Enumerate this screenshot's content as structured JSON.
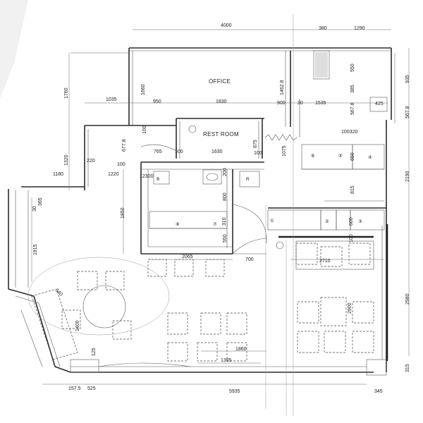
{
  "rooms": {
    "office": "OFFICE",
    "rest_room": "REST ROOM"
  },
  "dimensions": {
    "top_4000": "4000",
    "top_380": "380",
    "top_1290": "1290",
    "d_1760": "1760",
    "d_1660": "1660",
    "d_1462_8": "1462.8",
    "d_550": "550",
    "d_935": "935",
    "d_385": "385",
    "d_1035": "1035",
    "d_950": "950",
    "d_1830": "1830",
    "d_900": "900",
    "d_30": "30",
    "d_1535": "1535",
    "d_567_8": "567.8",
    "d_425": "425",
    "d_567_8b": "567.8",
    "d_100a": "100",
    "d_100320": "100320",
    "d_875": "875",
    "d_1320": "1320",
    "d_677_8": "677.8",
    "d_765": "765",
    "d_100b": "100",
    "d_1630": "1630",
    "d_100c": "100",
    "d_1075": "1075",
    "d_650": "650",
    "d_220": "220",
    "d_1180": "1180",
    "d_100d": "100",
    "d_1220": "1220",
    "d_12300": "12300",
    "d_200": "200",
    "d_2190": "2190",
    "d_365": "365",
    "d_30b": "30",
    "d_815": "815",
    "d_800": "800",
    "d_1850": "1850",
    "d_1915": "1915",
    "d_310": "310",
    "d_600": "600",
    "d_550b": "550",
    "d_100e": "100",
    "d_2065": "2065",
    "d_700": "700",
    "d_2710": "2710",
    "d_2980": "2980",
    "d_2900": "2900",
    "d_340": "340",
    "d_1400": "1400",
    "d_125": "125",
    "d_1860": "1860",
    "d_1395": "1395",
    "d_315": "315",
    "d_157_5": "157.5",
    "d_525": "525",
    "d_5935": "5935",
    "d_345": "345"
  },
  "tags": {
    "t1": "①",
    "t2": "②",
    "t3": "③",
    "t4": "④",
    "t5": "⑤",
    "t6": "⑥",
    "t7": "⑦",
    "t8": "⑧",
    "t9": "⑨",
    "r": "R"
  }
}
